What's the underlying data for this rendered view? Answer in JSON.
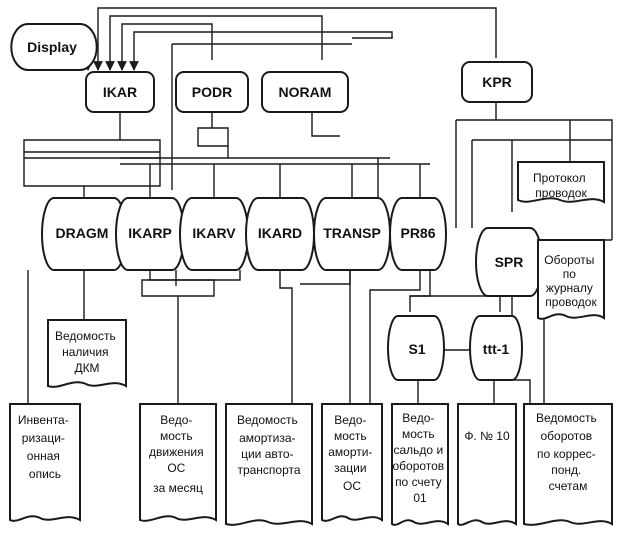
{
  "display": "Display",
  "modules": {
    "ikar": "IKAR",
    "podr": "PODR",
    "noram": "NORAM",
    "kpr": "KPR"
  },
  "drums": {
    "dragm": "DRAGM",
    "ikarp": "IKARP",
    "ikarv": "IKARV",
    "ikard": "IKARD",
    "transp": "TRANSP",
    "pr86": "PR86",
    "spr": "SPR",
    "s1": "S1",
    "ttt1": "ttt-1"
  },
  "documents": {
    "protokol": [
      "Протокол",
      "проводок"
    ],
    "oboroty_zhurnal": [
      "Обороты",
      "по",
      "журналу",
      "проводок"
    ],
    "dkm": [
      "Ведомость",
      "наличия",
      "ДКМ"
    ],
    "inventar": [
      "Инвента-",
      "ризаци-",
      "онная",
      "опись"
    ],
    "dvizhenie": [
      "Ведо-",
      "мость",
      "движения",
      "ОС",
      "за месяц"
    ],
    "amort_avto": [
      "Ведомость",
      "амортиза-",
      "ции авто-",
      "транспорта"
    ],
    "amort_os": [
      "Ведо-",
      "мость",
      "аморти-",
      "зации",
      "ОС"
    ],
    "saldo": [
      "Ведо-",
      "мость",
      "сальдо и",
      "оборотов",
      "по счету",
      "01"
    ],
    "forma10": [
      "Ф. № 10"
    ],
    "korresp": [
      "Ведомость",
      "оборотов",
      "по коррес-",
      "понд.",
      "счетам"
    ]
  }
}
